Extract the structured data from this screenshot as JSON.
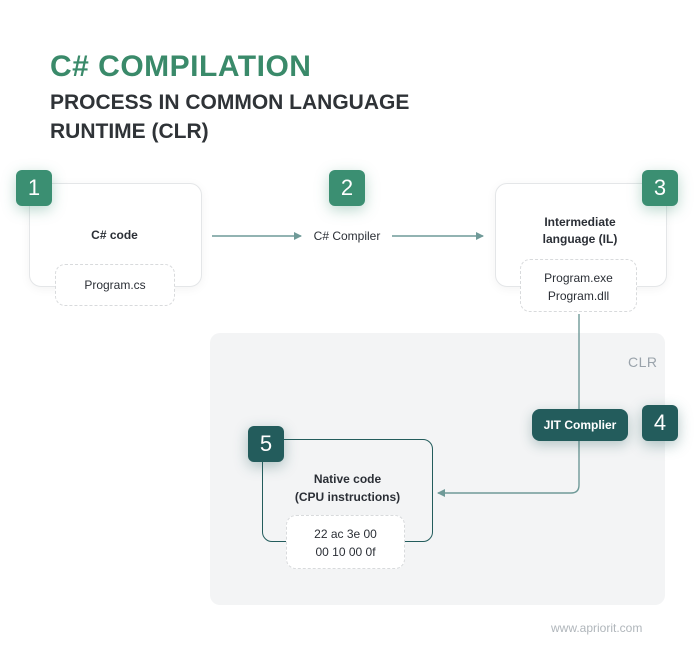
{
  "title": {
    "line1": "C# COMPILATION",
    "line2": "PROCESS IN COMMON LANGUAGE RUNTIME (CLR)"
  },
  "steps": [
    {
      "number": "1",
      "label": "C# code",
      "file": "Program.cs"
    },
    {
      "number": "2",
      "label": "C# Compiler"
    },
    {
      "number": "3",
      "label_line1": "Intermediate",
      "label_line2": "language (IL)",
      "file_line1": "Program.exe",
      "file_line2": "Program.dll"
    },
    {
      "number": "4",
      "label": "JIT Complier"
    },
    {
      "number": "5",
      "label_line1": "Native code",
      "label_line2": "(CPU instructions)",
      "code_line1": "22 ac 3e 00",
      "code_line2": "00 10 00 0f"
    }
  ],
  "clr_label": "CLR",
  "footer": "www.apriorit.com",
  "colors": {
    "green": "#3b8f72",
    "teal": "#235c5c",
    "arrow": "#6f9a98",
    "title_green": "#3a8a6a"
  }
}
